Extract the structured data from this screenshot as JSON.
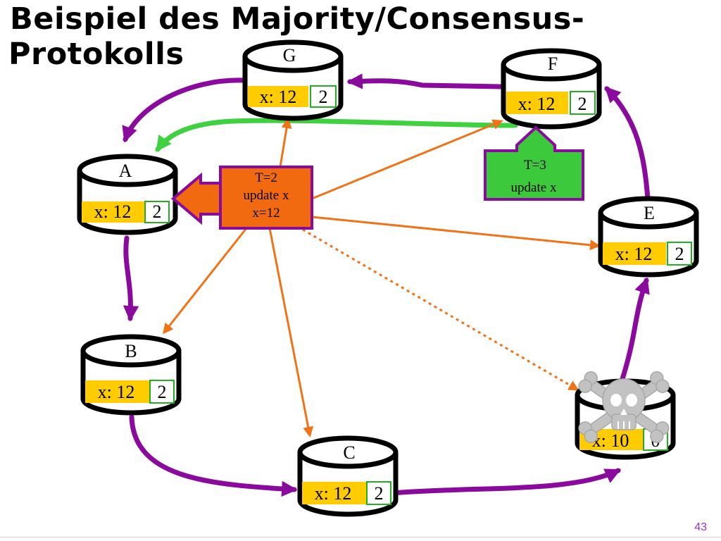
{
  "title": {
    "line1": "Beispiel des Majority/Consensus-",
    "line2": "Protokolls"
  },
  "nodes": {
    "G": {
      "name": "G",
      "value": "x: 12",
      "timestamp": "2"
    },
    "F": {
      "name": "F",
      "value": "x: 12",
      "timestamp": "2"
    },
    "A": {
      "name": "A",
      "value": "x: 12",
      "timestamp": "2"
    },
    "E": {
      "name": "E",
      "value": "x: 12",
      "timestamp": "2"
    },
    "B": {
      "name": "B",
      "value": "x: 12",
      "timestamp": "2"
    },
    "C": {
      "name": "C",
      "value": "x: 12",
      "timestamp": "2"
    },
    "D": {
      "name": "",
      "value": "x: 10",
      "timestamp": "0",
      "failed": true
    }
  },
  "requests": {
    "update_a": {
      "line1": "T=2",
      "line2": "update x",
      "line3": "x=12"
    },
    "update_f": {
      "line1": "T=3",
      "line2": "update x"
    }
  },
  "colors": {
    "ring_arrow": "#8b0a9e",
    "update_arrow": "#f07318",
    "rejected_arrow": "#3fd13f",
    "value_fill": "#ffcc00",
    "timestamp_border": "#22b022",
    "request_a_fill": "#f26a10",
    "request_f_fill": "#3cc93c",
    "request_border": "#8b0a9e",
    "skull": "#c2c2c2"
  },
  "icons": {
    "failed_node": "skull-crossbones-icon"
  },
  "footer": {
    "slide_number": "43"
  }
}
